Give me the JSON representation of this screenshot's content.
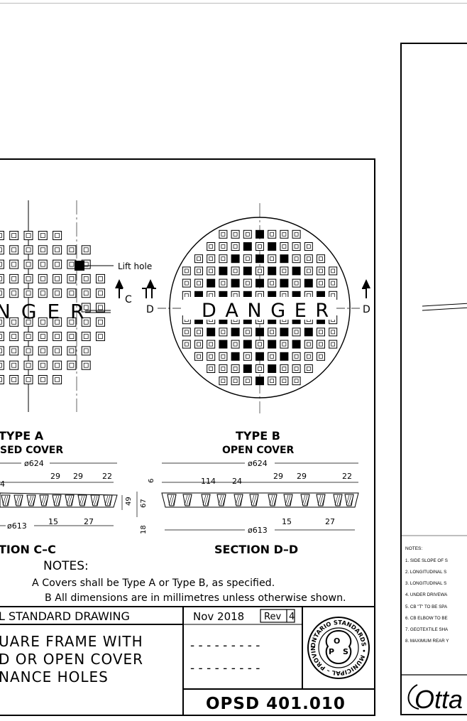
{
  "drawing": {
    "danger_a": "N G E R",
    "danger_b": "D A N G E R",
    "lift_hole": "Lift hole",
    "section_markers": {
      "c": "C",
      "d": "D"
    },
    "type_a": {
      "title": "TYPE A",
      "subtitle": "SED COVER"
    },
    "type_b": {
      "title": "TYPE B",
      "subtitle": "OPEN COVER"
    },
    "section_a": {
      "label": "TION C–C",
      "dims": {
        "outer": "ø624",
        "inner": "ø613",
        "d29a": "29",
        "d29b": "29",
        "d22": "22",
        "d4": "4",
        "d15": "15",
        "d27": "27",
        "d49": "49",
        "d67": "67",
        "d18": "18",
        "d6": "6"
      }
    },
    "section_b": {
      "label": "SECTION D–D",
      "dims": {
        "outer": "ø624",
        "inner": "ø613",
        "d114": "114",
        "d24": "24",
        "d29a": "29",
        "d29b": "29",
        "d22": "22",
        "d15": "15",
        "d27": "27"
      }
    },
    "notes": {
      "heading": "NOTES:",
      "a": "A Covers shall be Type A or Type B, as specified.",
      "b": "B All dimensions are in millimetres unless otherwise shown."
    },
    "title_block": {
      "std": "L STANDARD DRAWING",
      "date": "Nov 2018",
      "rev_label": "Rev",
      "rev_value": "4",
      "title_lines": [
        "UARE FRAME WITH",
        "D OR OPEN COVER",
        "NANCE HOLES"
      ],
      "dashes": "- - - - - - - - -",
      "number": "OPSD  401.010",
      "seal_text": "ONTARIO STANDARDS • MUNICIPAL – PROVINCIAL",
      "seal_letters": [
        "O",
        "P",
        "S"
      ]
    }
  },
  "right_sheet": {
    "notes_heading": "NOTES:",
    "notes": [
      "1. SIDE SLOPE OF S",
      "2. LONGITUDINAL S",
      "3. LONGITUDINAL S",
      "4. UNDER DRIVEWA",
      "5. CB \"T\" TO BE SPA",
      "6. CB ELBOW TO BE",
      "7. GEOTEXTILE SHA",
      "8. MAXIMUM REAR Y"
    ],
    "logo_text": "Otta"
  }
}
